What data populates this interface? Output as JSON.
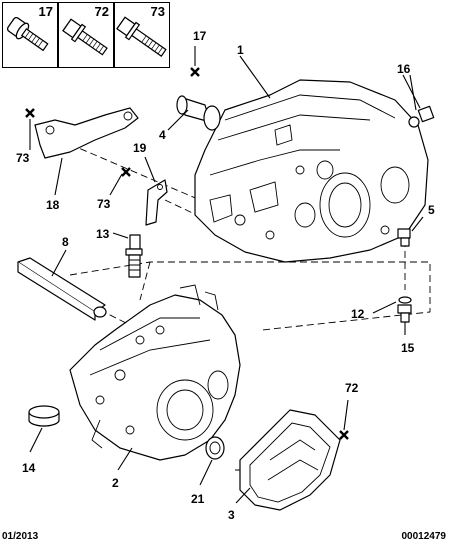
{
  "legend": [
    {
      "number": "17",
      "icon": "torx-bolt-icon"
    },
    {
      "number": "72",
      "icon": "flange-bolt-icon"
    },
    {
      "number": "73",
      "icon": "flange-bolt-long-icon"
    }
  ],
  "callouts": {
    "c1": "1",
    "c2": "2",
    "c3": "3",
    "c4": "4",
    "c5": "5",
    "c8": "8",
    "c12": "12",
    "c13": "13",
    "c14": "14",
    "c15": "15",
    "c16": "16",
    "c17": "17",
    "c18": "18",
    "c19": "19",
    "c21": "21",
    "c72": "72",
    "c73a": "73",
    "c73b": "73"
  },
  "footer": {
    "date": "01/2013",
    "reference": "00012479"
  }
}
